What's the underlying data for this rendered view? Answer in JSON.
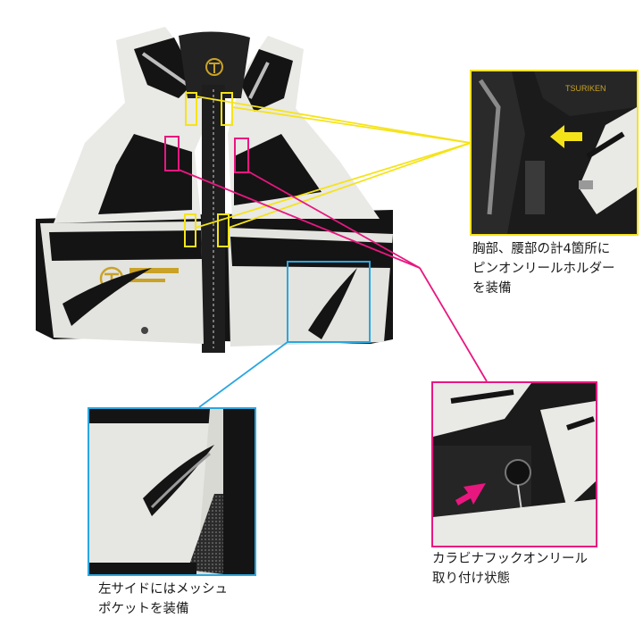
{
  "brand": {
    "logo_text": "TSURIKEN"
  },
  "callouts": {
    "pinon_holder": {
      "caption_lines": [
        "胸部、腰部の計4箇所に",
        "ピンオンリールホルダー",
        "を装備"
      ],
      "color": "#f5e31a"
    },
    "carabiner": {
      "caption_lines": [
        "カラビナフックオンリール",
        "取り付け状態"
      ],
      "color": "#e8177f"
    },
    "mesh_pocket": {
      "caption_lines": [
        "左サイドにはメッシュ",
        "ポケットを装備"
      ],
      "color": "#2aa7df"
    }
  },
  "colors": {
    "vest_black": "#141414",
    "vest_white": "#e9e9e6",
    "logo_gold": "#c9a227"
  },
  "icons": [
    "arrow-yellow-icon",
    "arrow-magenta-icon"
  ]
}
